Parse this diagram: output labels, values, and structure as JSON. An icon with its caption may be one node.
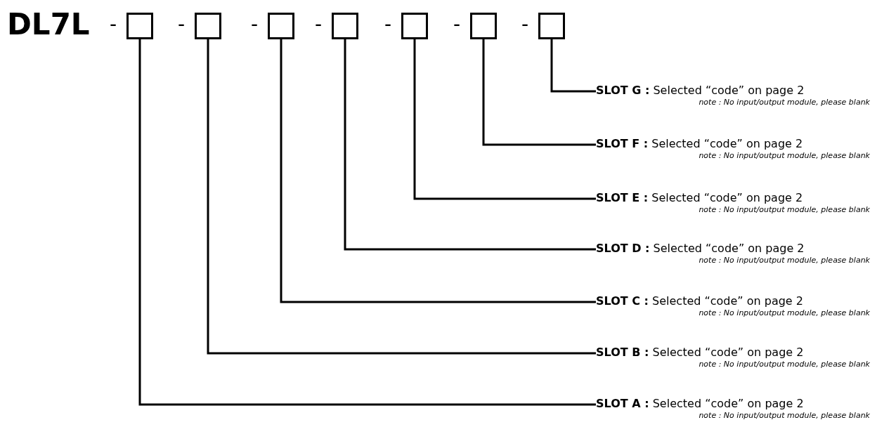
{
  "diagram": {
    "nodes": [
      {
        "text": [],
        "shape": "box"
      },
      {
        "text": [],
        "shape": "box"
      },
      {
        "text": [],
        "shape": "box"
      },
      {
        "text": [],
        "shape": "box"
      },
      {
        "text": [],
        "shape": "box"
      },
      {
        "text": [],
        "shape": "box"
      },
      {
        "text": [],
        "shape": "box"
      },
      {
        "text": [
          "**SLOT G :** Selected “code” on page 2",
          "note : No input/output module, please blank"
        ]
      },
      {
        "text": [
          "**SLOT F :** Selected “code” on page 2",
          "note : No input/output module, please blank"
        ]
      },
      {
        "text": [
          "**SLOT E :** Selected “code” on page 2",
          "note : No input/output module, please blank"
        ]
      },
      {
        "text": [
          "**SLOT D :** Selected “code” on page 2",
          "note : No input/output module, please blank"
        ]
      },
      {
        "text": [
          "**SLOT C :** Selected “code” on page 2",
          "note : No input/output module, please blank"
        ]
      },
      {
        "text": [
          "**SLOT B :** Selected “code” on page 2",
          "note : No input/output module, please blank"
        ]
      },
      {
        "text": [
          "**SLOT A :** Selected “code” on page 2",
          "note : No input/output module, please blank"
        ]
      }
    ],
    "edges": [
      {
        "from": 6,
        "to": 7,
        "arrow": "none"
      },
      {
        "from": 5,
        "to": 8,
        "arrow": "none"
      },
      {
        "from": 4,
        "to": 9,
        "arrow": "none"
      },
      {
        "from": 3,
        "to": 10,
        "arrow": "none"
      },
      {
        "from": 2,
        "to": 11,
        "arrow": "none"
      },
      {
        "from": 1,
        "to": 12,
        "arrow": "none"
      },
      {
        "from": 0,
        "to": 13,
        "arrow": "none"
      }
    ],
    "labels": [
      "DL7L",
      "-",
      "-",
      "-",
      "-",
      "-",
      "-",
      "-"
    ]
  }
}
